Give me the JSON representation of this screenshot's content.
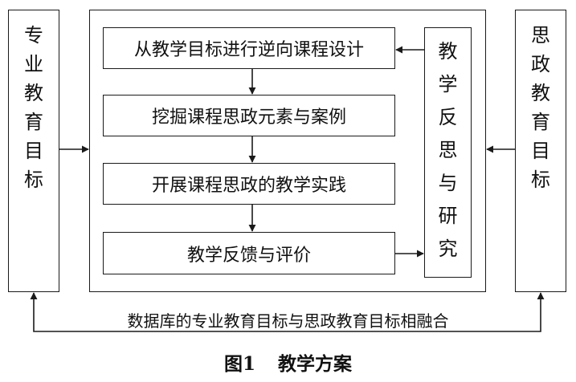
{
  "left_box": {
    "chars": [
      "专",
      "业",
      "教",
      "育",
      "目",
      "标"
    ]
  },
  "right_box": {
    "chars": [
      "思",
      "政",
      "教",
      "育",
      "目",
      "标"
    ]
  },
  "reflection_box": {
    "chars": [
      "教",
      "学",
      "反",
      "思",
      "与",
      "研",
      "究"
    ]
  },
  "steps": [
    "从教学目标进行逆向课程设计",
    "挖掘课程思政元素与案例",
    "开展课程思政的教学实践",
    "教学反馈与评价"
  ],
  "bottom_caption": "数据库的专业教育目标与思政教育目标相融合",
  "figure_number": "图1",
  "figure_title": "教学方案"
}
